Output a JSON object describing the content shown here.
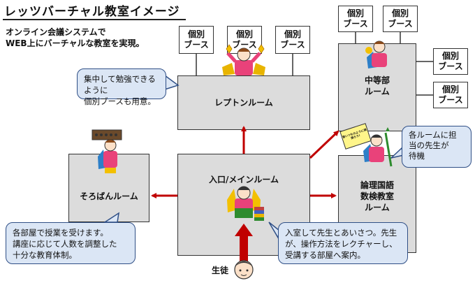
{
  "title": "レッツバーチャル教室イメージ",
  "subtitle": "オンライン会議システムで\nWEB上にバーチャルな教室を実現。",
  "rooms": {
    "lepton": "レプトンルーム",
    "chuto": "中等部\nルーム",
    "soroban": "そろばんルーム",
    "main": "入口/メインルーム",
    "ronri": "論理国語\n数検教室\nルーム"
  },
  "booth_label": "個別\nブース",
  "callouts": {
    "lepton": "集中して勉強できるように\n個別ブースも用意。",
    "teacher": "各ルームに担\n当の先生が\n待機",
    "soroban": "各部屋で授業を受けます。\n講座に応じて人数を調整した\n十分な教育体制。",
    "main": "入室して先生とあいさつ。先生\nが、操作方法をレクチャーし、\n受講する部屋へ案内。"
  },
  "student_label": "生徒",
  "sign_text": "皆いつものように頑張ろう!",
  "colors": {
    "arrow": "#c00000",
    "room": "#dcdcdc",
    "callout_bg": "#dbe6f5",
    "callout_border": "#2f4f86"
  }
}
